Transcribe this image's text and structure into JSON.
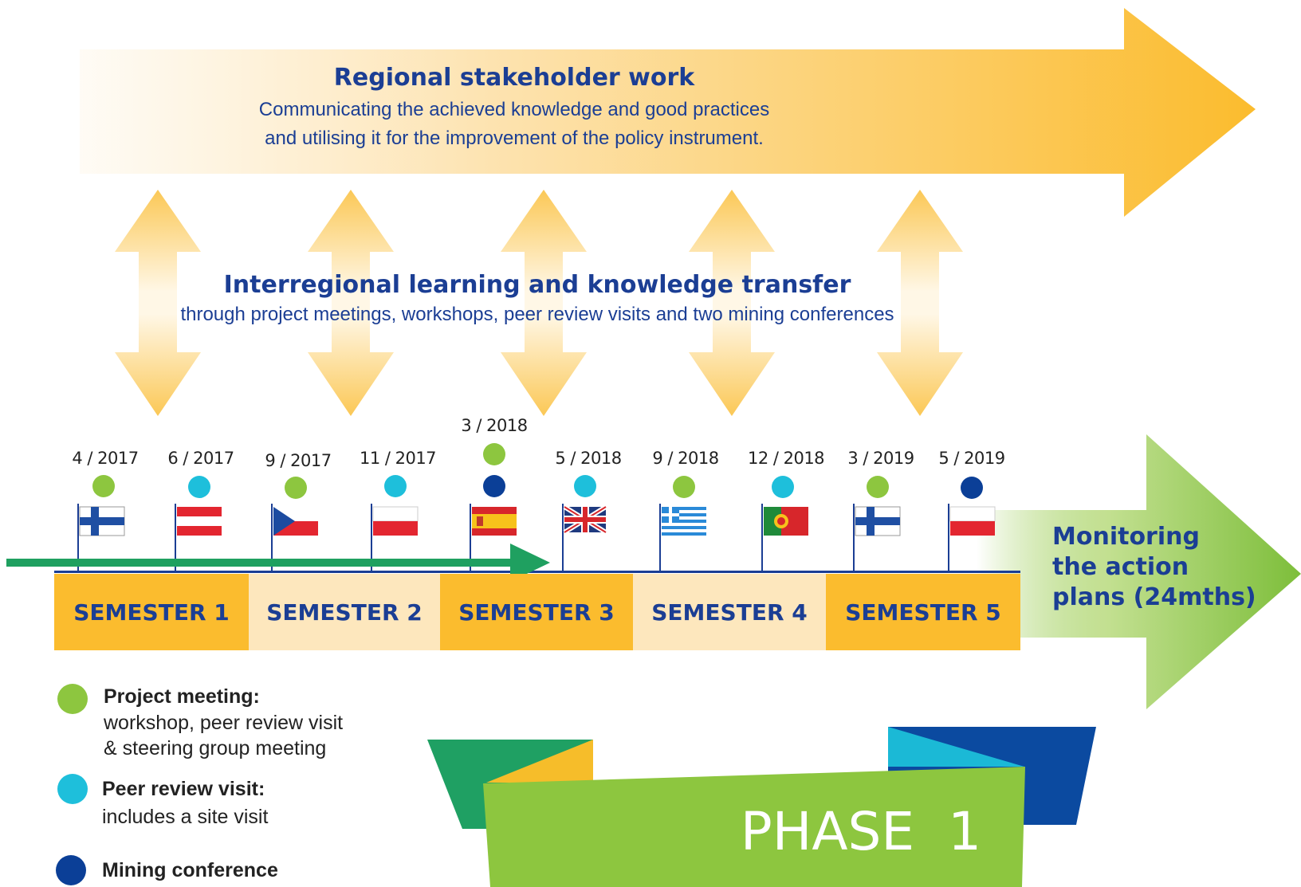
{
  "colors": {
    "navy": "#1b3e94",
    "orange": "#fbbc2e",
    "light_orange": "#fde7bd",
    "green": "#8dc63f",
    "cyan": "#1ebfdb",
    "dark_blue": "#0b3f97",
    "timeline_arrow": "#1fa060"
  },
  "regional": {
    "title": "Regional stakeholder work",
    "line1": "Communicating the achieved knowledge and good practices",
    "line2": "and utilising it for the improvement of the policy instrument."
  },
  "interregional": {
    "title": "Interregional learning and knowledge transfer",
    "subtitle": "through project meetings, workshops, peer review visits and two mining conferences"
  },
  "events": [
    {
      "date": "4 / 2017",
      "types": [
        "project-meeting"
      ],
      "flag": "finland"
    },
    {
      "date": "6 / 2017",
      "types": [
        "peer-review"
      ],
      "flag": "austria"
    },
    {
      "date": "9 / 2017",
      "types": [
        "project-meeting"
      ],
      "flag": "czech"
    },
    {
      "date": "11 / 2017",
      "types": [
        "peer-review"
      ],
      "flag": "poland"
    },
    {
      "date": "3 / 2018",
      "types": [
        "project-meeting",
        "mining-conference"
      ],
      "flag": "spain"
    },
    {
      "date": "5 / 2018",
      "types": [
        "peer-review"
      ],
      "flag": "uk"
    },
    {
      "date": "9 / 2018",
      "types": [
        "project-meeting"
      ],
      "flag": "greece"
    },
    {
      "date": "12 / 2018",
      "types": [
        "peer-review"
      ],
      "flag": "portugal"
    },
    {
      "date": "3 / 2019",
      "types": [
        "project-meeting"
      ],
      "flag": "finland"
    },
    {
      "date": "5 / 2019",
      "types": [
        "mining-conference"
      ],
      "flag": "poland"
    }
  ],
  "semesters": [
    "SEMESTER 1",
    "SEMESTER 2",
    "SEMESTER 3",
    "SEMESTER 4",
    "SEMESTER 5"
  ],
  "monitoring": {
    "line1": "Monitoring",
    "line2": "the action",
    "line3": "plans (24mths)"
  },
  "legend": [
    {
      "type": "project-meeting",
      "color": "#8dc63f",
      "title": "Project meeting:",
      "lines": [
        "workshop, peer review visit",
        "& steering group meeting"
      ]
    },
    {
      "type": "peer-review",
      "color": "#1ebfdb",
      "title": "Peer review visit:",
      "lines": [
        "includes a site visit"
      ]
    },
    {
      "type": "mining-conference",
      "color": "#0b3f97",
      "title": "Mining conference",
      "lines": []
    }
  ],
  "phase": {
    "label": "PHASE",
    "number": "1"
  }
}
